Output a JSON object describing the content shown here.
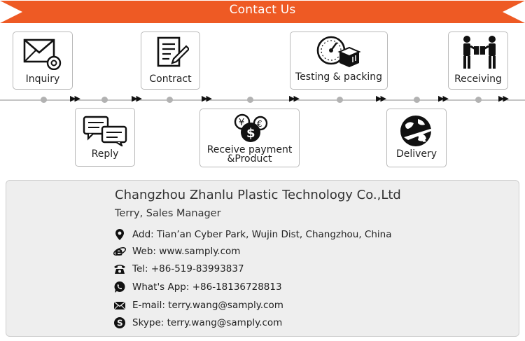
{
  "header": {
    "title": "Contact Us",
    "color": "#ee5a24"
  },
  "steps": {
    "inquiry": "Inquiry",
    "reply": "Reply",
    "contract": "Contract",
    "receive_payment_line1": "Receive payment",
    "receive_payment_line2": "&Product",
    "testing_packing": "Testing & packing",
    "delivery": "Delivery",
    "receiving": "Receiving"
  },
  "contact": {
    "company": "Changzhou Zhanlu Plastic Technology Co.,Ltd",
    "person": "Terry, Sales Manager",
    "address": "Add:  Tian’an Cyber Park, Wujin Dist, Changzhou, China",
    "web": "Web:  www.samply.com",
    "tel": "Tel:  +86-519-83993837",
    "whatsapp": "What's App:  +86-18136728813",
    "email": "E-mail:  terry.wang@samply.com",
    "skype": "Skype:  terry.wang@samply.com"
  }
}
